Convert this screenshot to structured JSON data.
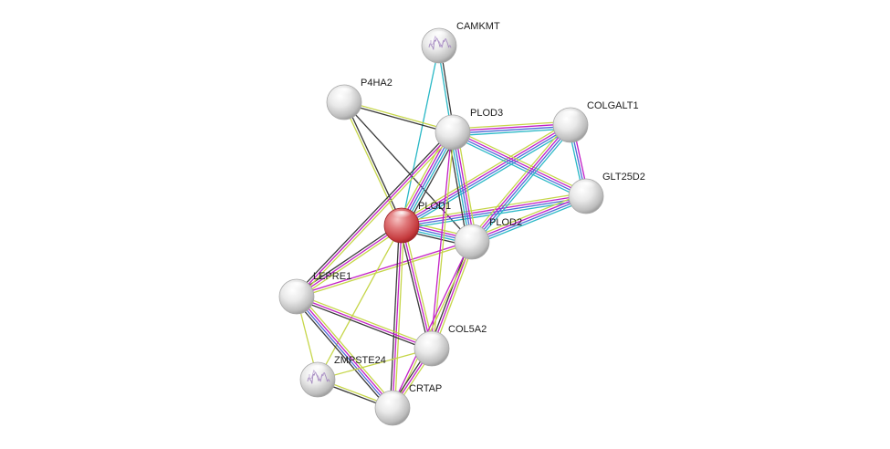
{
  "network": {
    "nodes": [
      {
        "id": "PLOD1",
        "label": "PLOD1",
        "color": "#d9262c",
        "query": true,
        "structure_icon": false
      },
      {
        "id": "CAMKMT",
        "label": "CAMKMT",
        "color": "#cccccc",
        "query": false,
        "structure_icon": true
      },
      {
        "id": "P4HA2",
        "label": "P4HA2",
        "color": "#cccccc",
        "query": false,
        "structure_icon": false
      },
      {
        "id": "PLOD3",
        "label": "PLOD3",
        "color": "#cccccc",
        "query": false,
        "structure_icon": false
      },
      {
        "id": "COLGALT1",
        "label": "COLGALT1",
        "color": "#cccccc",
        "query": false,
        "structure_icon": false
      },
      {
        "id": "GLT25D2",
        "label": "GLT25D2",
        "color": "#cccccc",
        "query": false,
        "structure_icon": false
      },
      {
        "id": "PLOD2",
        "label": "PLOD2",
        "color": "#cccccc",
        "query": false,
        "structure_icon": false
      },
      {
        "id": "LEPRE1",
        "label": "LEPRE1",
        "color": "#cccccc",
        "query": false,
        "structure_icon": false
      },
      {
        "id": "COL5A2",
        "label": "COL5A2",
        "color": "#cccccc",
        "query": false,
        "structure_icon": false
      },
      {
        "id": "ZMPSTE24",
        "label": "ZMPSTE24",
        "color": "#cccccc",
        "query": false,
        "structure_icon": true
      },
      {
        "id": "CRTAP",
        "label": "CRTAP",
        "color": "#cccccc",
        "query": false,
        "structure_icon": false
      }
    ],
    "edges": [
      {
        "source": "PLOD1",
        "target": "CAMKMT",
        "evidence": [
          "cyan"
        ]
      },
      {
        "source": "PLOD3",
        "target": "CAMKMT",
        "evidence": [
          "cyan",
          "black"
        ]
      },
      {
        "source": "PLOD1",
        "target": "P4HA2",
        "evidence": [
          "yellow",
          "black"
        ]
      },
      {
        "source": "P4HA2",
        "target": "PLOD3",
        "evidence": [
          "yellow",
          "black"
        ]
      },
      {
        "source": "P4HA2",
        "target": "PLOD2",
        "evidence": [
          "black"
        ]
      },
      {
        "source": "PLOD1",
        "target": "PLOD3",
        "evidence": [
          "yellow",
          "magenta",
          "blue",
          "cyan",
          "black"
        ]
      },
      {
        "source": "PLOD1",
        "target": "PLOD2",
        "evidence": [
          "yellow",
          "magenta",
          "blue",
          "cyan",
          "black"
        ]
      },
      {
        "source": "PLOD1",
        "target": "COLGALT1",
        "evidence": [
          "yellow",
          "magenta",
          "blue",
          "cyan"
        ]
      },
      {
        "source": "PLOD1",
        "target": "GLT25D2",
        "evidence": [
          "yellow",
          "magenta",
          "blue",
          "cyan"
        ]
      },
      {
        "source": "PLOD3",
        "target": "PLOD2",
        "evidence": [
          "yellow",
          "magenta",
          "blue",
          "cyan",
          "black"
        ]
      },
      {
        "source": "PLOD3",
        "target": "COLGALT1",
        "evidence": [
          "yellow",
          "magenta",
          "blue",
          "cyan"
        ]
      },
      {
        "source": "PLOD3",
        "target": "GLT25D2",
        "evidence": [
          "yellow",
          "magenta",
          "blue",
          "cyan"
        ]
      },
      {
        "source": "PLOD2",
        "target": "COLGALT1",
        "evidence": [
          "yellow",
          "magenta",
          "blue",
          "cyan"
        ]
      },
      {
        "source": "PLOD2",
        "target": "GLT25D2",
        "evidence": [
          "yellow",
          "magenta",
          "blue",
          "cyan"
        ]
      },
      {
        "source": "COLGALT1",
        "target": "GLT25D2",
        "evidence": [
          "magenta",
          "blue",
          "cyan"
        ]
      },
      {
        "source": "PLOD1",
        "target": "LEPRE1",
        "evidence": [
          "yellow",
          "magenta",
          "black"
        ]
      },
      {
        "source": "PLOD3",
        "target": "LEPRE1",
        "evidence": [
          "yellow",
          "magenta",
          "black"
        ]
      },
      {
        "source": "PLOD2",
        "target": "LEPRE1",
        "evidence": [
          "yellow",
          "magenta"
        ]
      },
      {
        "source": "PLOD1",
        "target": "COL5A2",
        "evidence": [
          "yellow",
          "magenta",
          "black"
        ]
      },
      {
        "source": "PLOD3",
        "target": "COL5A2",
        "evidence": [
          "yellow",
          "magenta"
        ]
      },
      {
        "source": "PLOD2",
        "target": "COL5A2",
        "evidence": [
          "yellow",
          "magenta",
          "black"
        ]
      },
      {
        "source": "PLOD1",
        "target": "CRTAP",
        "evidence": [
          "yellow",
          "magenta",
          "black"
        ]
      },
      {
        "source": "PLOD2",
        "target": "CRTAP",
        "evidence": [
          "yellow",
          "magenta"
        ]
      },
      {
        "source": "PLOD1",
        "target": "ZMPSTE24",
        "evidence": [
          "yellow"
        ]
      },
      {
        "source": "LEPRE1",
        "target": "COL5A2",
        "evidence": [
          "yellow",
          "magenta",
          "black"
        ]
      },
      {
        "source": "LEPRE1",
        "target": "CRTAP",
        "evidence": [
          "yellow",
          "magenta",
          "blue",
          "black"
        ]
      },
      {
        "source": "LEPRE1",
        "target": "ZMPSTE24",
        "evidence": [
          "yellow"
        ]
      },
      {
        "source": "COL5A2",
        "target": "CRTAP",
        "evidence": [
          "yellow",
          "magenta",
          "black"
        ]
      },
      {
        "source": "ZMPSTE24",
        "target": "CRTAP",
        "evidence": [
          "yellow",
          "black"
        ]
      },
      {
        "source": "ZMPSTE24",
        "target": "COL5A2",
        "evidence": [
          "yellow"
        ]
      }
    ],
    "evidence_colors": {
      "yellow": "#c6d64a",
      "magenta": "#c21fc6",
      "blue": "#4d6bd8",
      "cyan": "#29b8c6",
      "black": "#3a3a3a"
    }
  }
}
